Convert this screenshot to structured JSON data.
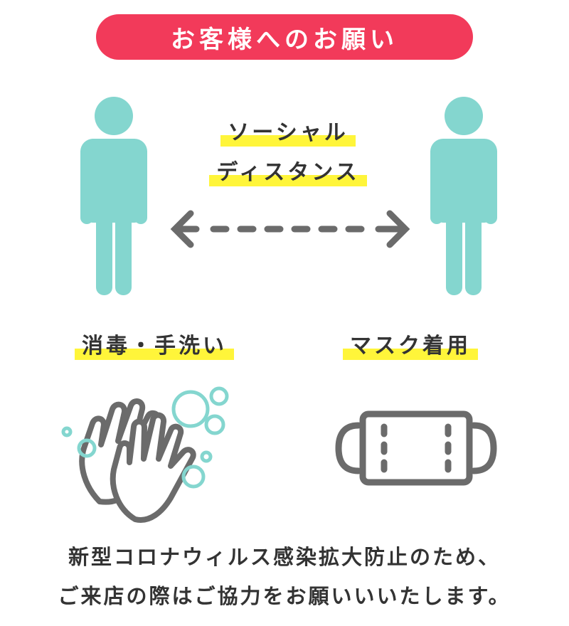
{
  "header": {
    "title": "お客様へのお願い"
  },
  "social_distance": {
    "line1": "ソーシャル",
    "line2": "ディスタンス"
  },
  "sections": {
    "handwash_label": "消毒・手洗い",
    "mask_label": "マスク着用"
  },
  "notice": {
    "line1": "新型コロナウィルス感染拡大防止のため、",
    "line2": "ご来店の際はご協力をお願いいいたします。"
  },
  "colors": {
    "banner": "#f23a5a",
    "person": "#84d6cf",
    "highlight": "#fff53a",
    "icon_gray": "#6b6b6b",
    "bubble": "#84d6cf"
  },
  "icons": [
    "person-icon",
    "double-arrow-icon",
    "washing-hands-icon",
    "face-mask-icon"
  ]
}
